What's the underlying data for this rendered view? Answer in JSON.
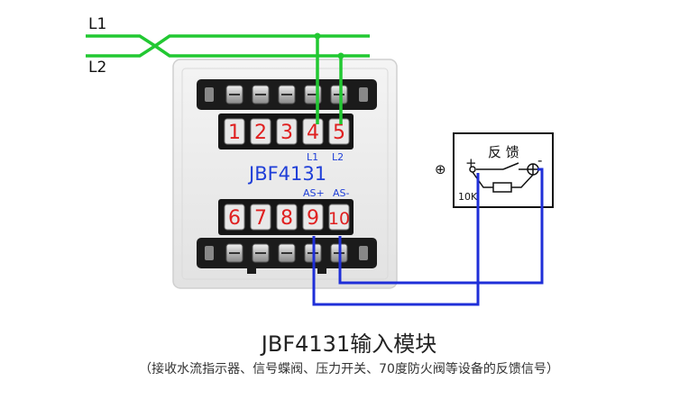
{
  "wiring": {
    "line1_label": "L1",
    "line2_label": "L2"
  },
  "module": {
    "model_label": "JBF4131",
    "top_terminals": [
      "1",
      "2",
      "3",
      "4",
      "5"
    ],
    "top_terminal_labels": [
      "L1",
      "L2"
    ],
    "bottom_terminals": [
      "6",
      "7",
      "8",
      "9",
      "10"
    ],
    "bottom_terminal_labels": [
      "AS+",
      "AS-"
    ]
  },
  "feedback_box": {
    "title": "反 馈",
    "plus": "+",
    "minus": "-",
    "resistor": "10K",
    "ground_symbol": "⊕"
  },
  "caption": {
    "title": "JBF4131输入模块",
    "subtitle": "（接收水流指示器、信号蝶阀、压力开关、70度防火阀等设备的反馈信号）"
  },
  "colors": {
    "line_green": "#22c832",
    "line_blue": "#1f2fd8",
    "terminal_red": "#e02020",
    "terminal_blue": "#1f3fd8"
  }
}
